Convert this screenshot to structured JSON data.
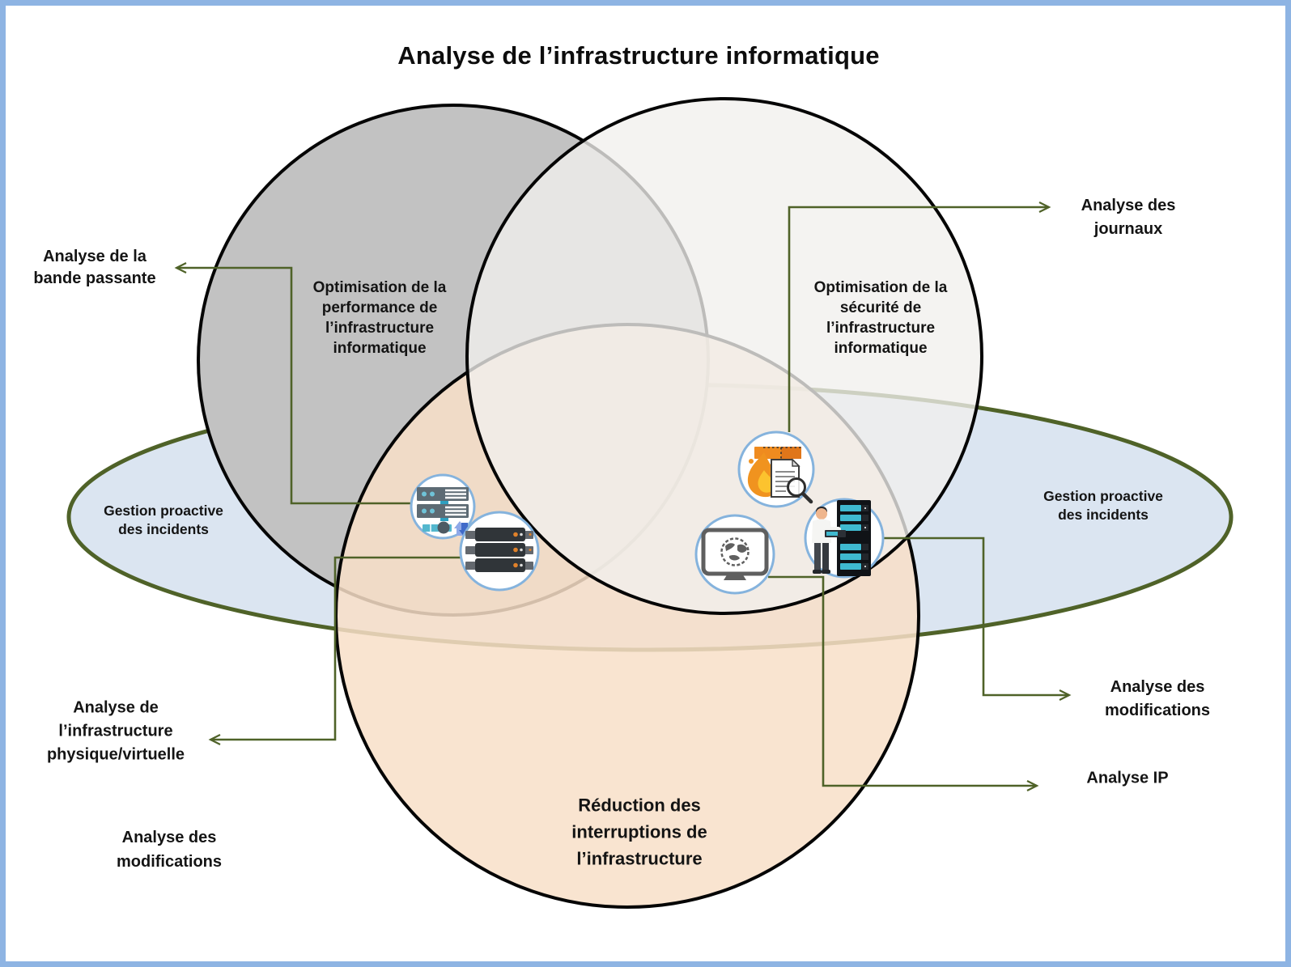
{
  "title": "Analyse de l’infrastructure informatique",
  "regions": {
    "performance": {
      "lines": [
        "Optimisation de la",
        "performance de",
        "l’infrastructure",
        "informatique"
      ]
    },
    "security": {
      "lines": [
        "Optimisation de la",
        "sécurité de",
        "l’infrastructure",
        "informatique"
      ]
    },
    "interruptions": {
      "lines": [
        "Réduction des",
        "interruptions de",
        "l’infrastructure"
      ]
    },
    "incidents_left": {
      "lines": [
        "Gestion proactive",
        "des incidents"
      ]
    },
    "incidents_right": {
      "lines": [
        "Gestion proactive",
        "des incidents"
      ]
    }
  },
  "callouts": {
    "bande_passante": {
      "lines": [
        "Analyse de la",
        "bande passante"
      ]
    },
    "journaux": {
      "lines": [
        "Analyse des",
        "journaux"
      ]
    },
    "infra_physique": {
      "lines": [
        "Analyse de",
        "l’infrastructure",
        "physique/virtuelle"
      ]
    },
    "modifications_left": {
      "lines": [
        "Analyse des",
        "modifications"
      ]
    },
    "modifications_right": {
      "lines": [
        "Analyse des",
        "modifications"
      ]
    },
    "analyse_ip": {
      "lines": [
        "Analyse IP"
      ]
    }
  },
  "icons": {
    "bandwidth": "server-network-transfer-icon",
    "server_stack": "server-rack-stack-icon",
    "log_fire": "firewall-log-search-icon",
    "globe_monitor": "monitor-globe-icon",
    "rack_technician": "technician-server-rack-icon"
  },
  "colors": {
    "frame": "#8eb4e3",
    "olive": "#4f6228",
    "ellipse_fill": "#dbe5f1",
    "gray_fill": "#c2c2c2",
    "peach_fill": "#f8dfc8",
    "sec_fill": "#f1f0ed",
    "ring": "#85b3dd",
    "text": "#141414"
  }
}
